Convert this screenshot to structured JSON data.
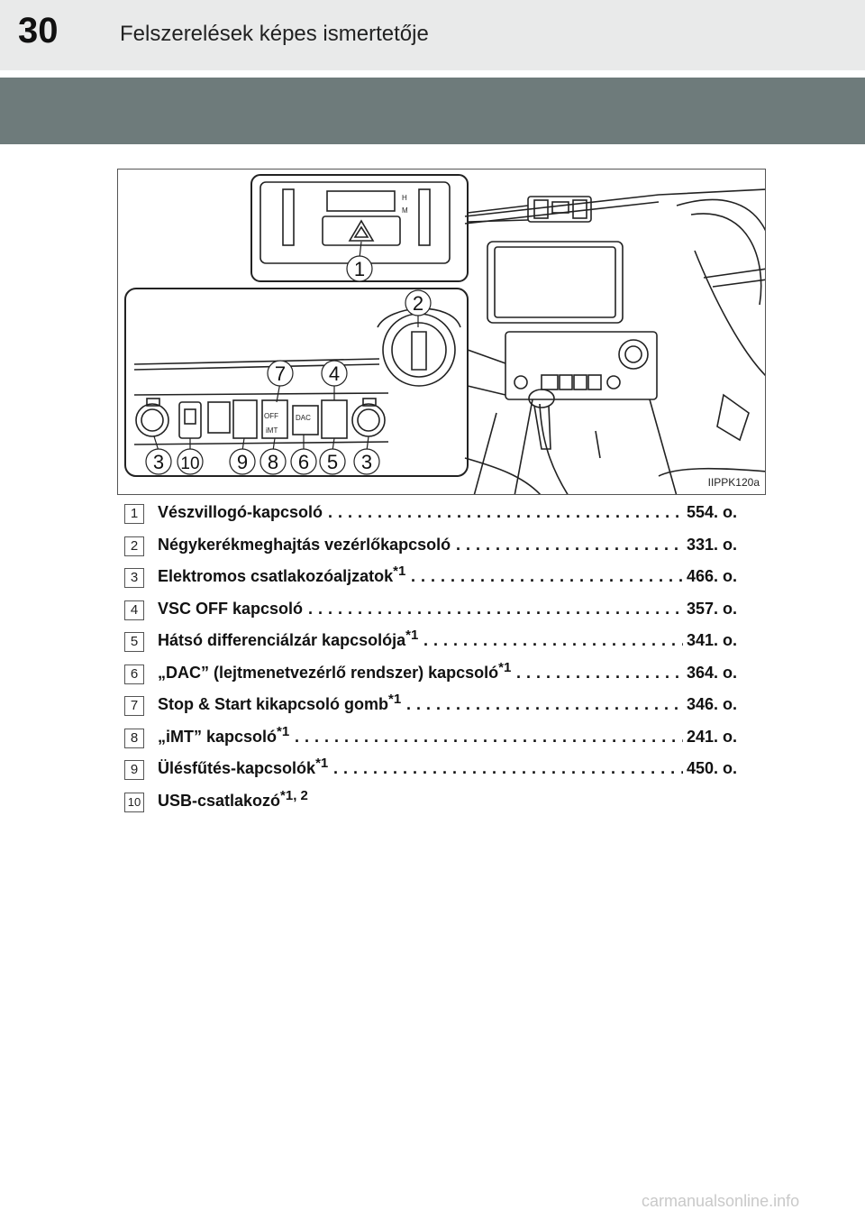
{
  "header": {
    "page_number": "30",
    "title": "Felszerelések képes ismertetője"
  },
  "figure": {
    "code": "IIPPK120a",
    "callouts": [
      "1",
      "2",
      "7",
      "4",
      "3",
      "10",
      "9",
      "8",
      "6",
      "5",
      "3"
    ],
    "panel_labels": {
      "hi": "H",
      "lo": "M",
      "off": "OFF",
      "dac": "DAC",
      "imt": "iMT"
    }
  },
  "items": [
    {
      "num": "1",
      "label": "Vészvillogó-kapcsoló",
      "sup": "",
      "page": "554. o."
    },
    {
      "num": "2",
      "label": "Négykerékmeghajtás vezérlőkapcsoló",
      "sup": "",
      "page": "331. o."
    },
    {
      "num": "3",
      "label": "Elektromos csatlakozóaljzatok",
      "sup": "*1",
      "page": "466. o."
    },
    {
      "num": "4",
      "label": "VSC OFF kapcsoló",
      "sup": "",
      "page": "357. o."
    },
    {
      "num": "5",
      "label": "Hátsó differenciálzár kapcsolója",
      "sup": "*1",
      "page": "341. o."
    },
    {
      "num": "6",
      "label": "„DAC” (lejtmenetvezérlő rendszer) kapcsoló",
      "sup": "*1",
      "page": "364. o."
    },
    {
      "num": "7",
      "label": "Stop & Start kikapcsoló gomb",
      "sup": "*1",
      "page": "346. o."
    },
    {
      "num": "8",
      "label": "„iMT” kapcsoló",
      "sup": "*1",
      "page": "241. o."
    },
    {
      "num": "9",
      "label": "Ülésfűtés-kapcsolók",
      "sup": "*1",
      "page": "450. o."
    },
    {
      "num": "10",
      "label": "USB-csatlakozó",
      "sup": "*1, 2",
      "page": ""
    }
  ],
  "watermark": "carmanualsonline.info"
}
